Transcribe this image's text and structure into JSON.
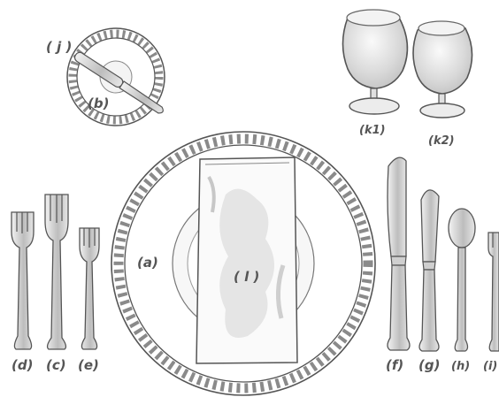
{
  "labels": {
    "a": "(a)",
    "b": "(b)",
    "c": "(c)",
    "d": "(d)",
    "e": "(e)",
    "f": "(f)",
    "g": "(g)",
    "h": "(h)",
    "i": "(i)",
    "j": "( j )",
    "k1": "(k1)",
    "k2": "(k2)",
    "l": "( l )"
  },
  "colors": {
    "outline": "#555555",
    "rim_pattern": "#8a8a8a",
    "glass_tint": "#c9c9c9",
    "napkin_shade": "#d0d0d0",
    "metal_shade": "#9a9a9a"
  }
}
